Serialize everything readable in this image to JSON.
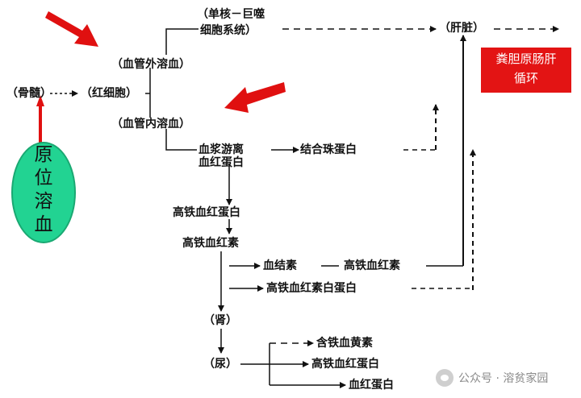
{
  "nodes": {
    "danhe": "（单核－巨噬",
    "danhe2": "细胞系统）",
    "ganzang": "（肝脏）",
    "xueguanwai": "（血管外溶血）",
    "gusui": "（骨髓）",
    "hongxibao": "（红细胞）",
    "xueguannei": "（血管内溶血）",
    "youli": "血浆游离",
    "youli2": "血红蛋白",
    "jiehe": "结合珠蛋白",
    "gaotie_hb": "高铁血红蛋白",
    "gaotie_su": "高铁血红素",
    "xuejiesu": "血结素",
    "gaotie_su2": "高铁血红素",
    "baidanbai": "高铁血红素白蛋白",
    "shen": "（肾）",
    "niao": "（尿）",
    "hantie": "含铁血黄素",
    "gaotie_hb2": "高铁血红蛋白",
    "xuehongdanbai": "血红蛋白"
  },
  "oval_label": [
    "原",
    "位",
    "溶",
    "血"
  ],
  "redbox_label": [
    "粪胆原肠肝",
    "循环"
  ],
  "watermark": "公众号 · 溶贫家园",
  "colors": {
    "accent_red": "#e31414",
    "oval_green": "#22d392",
    "line": "#111111"
  }
}
